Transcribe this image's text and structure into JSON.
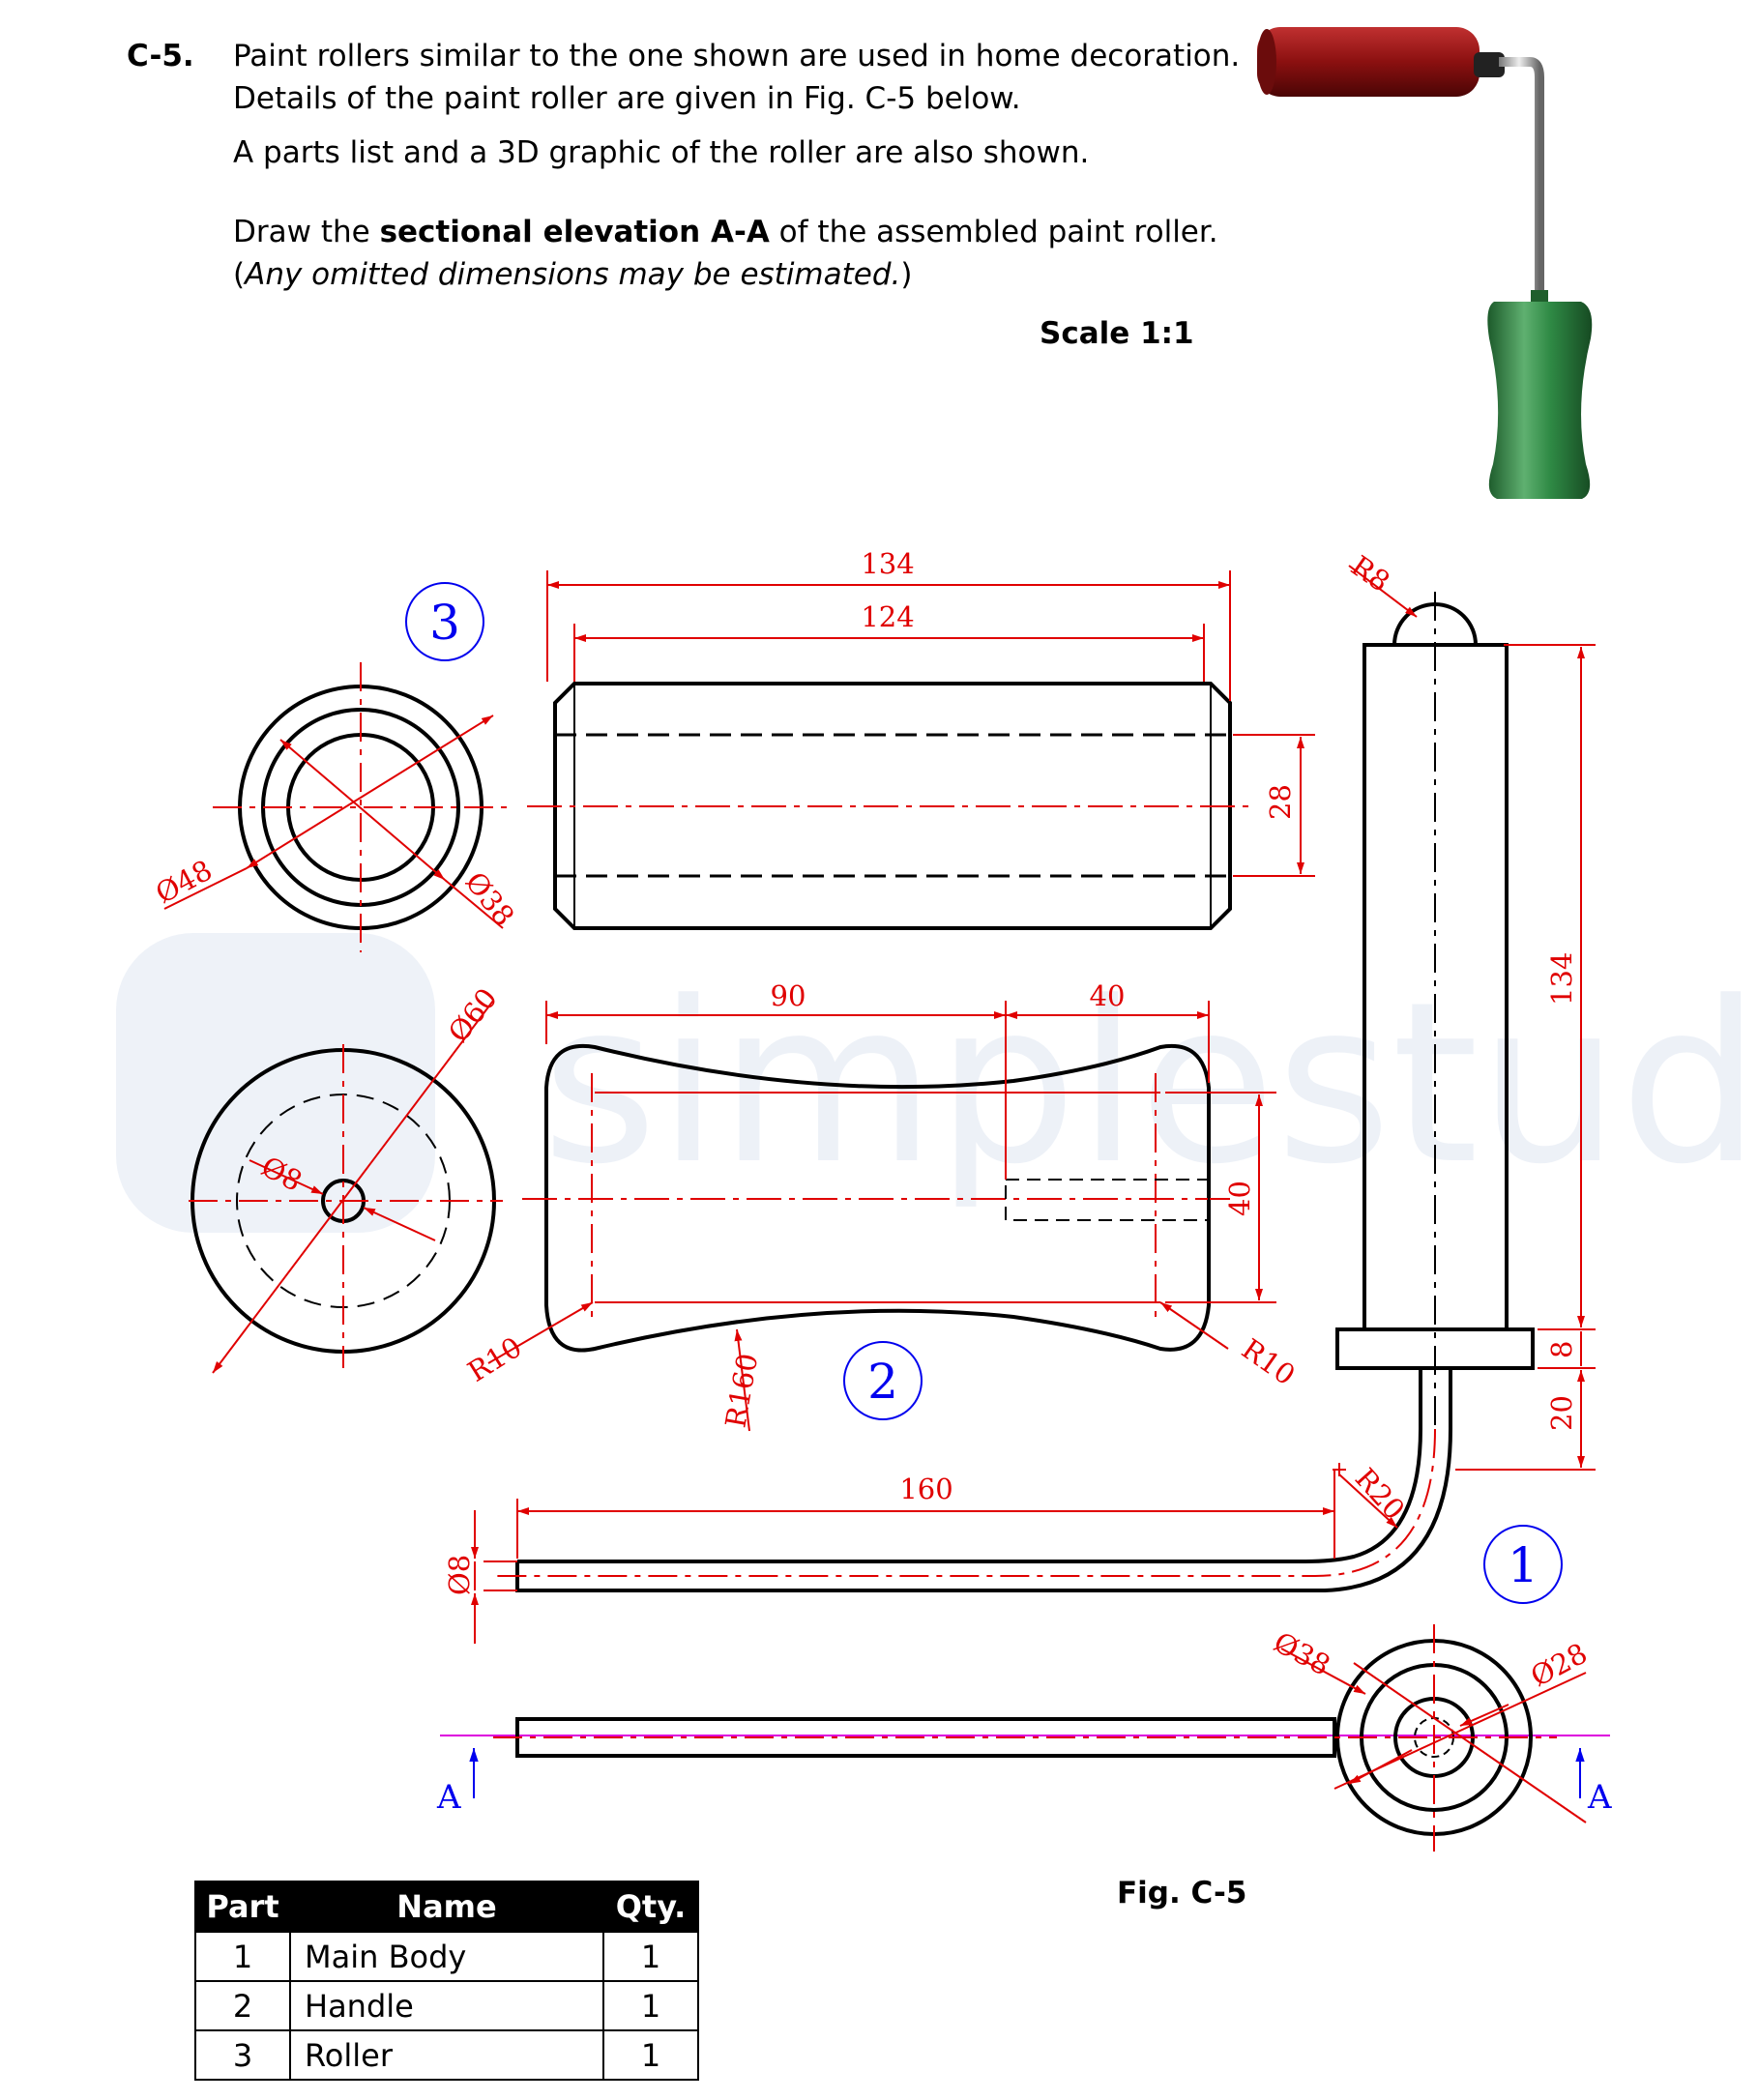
{
  "question": {
    "number": "C-5.",
    "line1": "Paint rollers similar to the one shown are used in home decoration.",
    "line2": "Details of the paint roller are given in Fig. C-5 below.",
    "line3": "A parts list and a 3D graphic of the roller are also shown.",
    "instruction_pre": "Draw the ",
    "instruction_bold": "sectional elevation A-A",
    "instruction_post": " of the assembled paint roller.",
    "note_open": "(",
    "note_italic": "Any omitted dimensions may be estimated.",
    "note_close": ")",
    "scale": "Scale 1:1"
  },
  "figure_caption": "Fig. C-5",
  "part_labels": {
    "roller": "3",
    "handle": "2",
    "main_body": "1"
  },
  "section_label": "A",
  "dimensions": {
    "roller_length_overall": "134",
    "roller_length_inner": "124",
    "roller_bore": "28",
    "roller_outer_dia": "Ø48",
    "roller_inner_dia": "Ø38",
    "handle_dia": "Ø60",
    "handle_hole_dia": "Ø8",
    "handle_len_90": "90",
    "handle_len_40": "40",
    "handle_height_40": "40",
    "handle_r10_left": "R10",
    "handle_r10_right": "R10",
    "handle_r160": "R160",
    "body_r8": "R8",
    "body_length_134": "134",
    "body_collar_8": "8",
    "body_neck_20": "20",
    "body_arm_160": "160",
    "body_bend_r20": "R20",
    "body_rod_dia": "Ø8",
    "body_collar_dia": "Ø38",
    "body_shaft_dia": "Ø28"
  },
  "parts_table": {
    "headers": [
      "Part",
      "Name",
      "Qty."
    ],
    "rows": [
      [
        "1",
        "Main Body",
        "1"
      ],
      [
        "2",
        "Handle",
        "1"
      ],
      [
        "3",
        "Roller",
        "1"
      ]
    ]
  },
  "watermark": "simplestudy",
  "colors": {
    "dimension": "#e00000",
    "label": "#0000ee",
    "section_line": "#dd00dd",
    "roller_red": "#8b1010",
    "handle_green": "#2f8a45"
  }
}
